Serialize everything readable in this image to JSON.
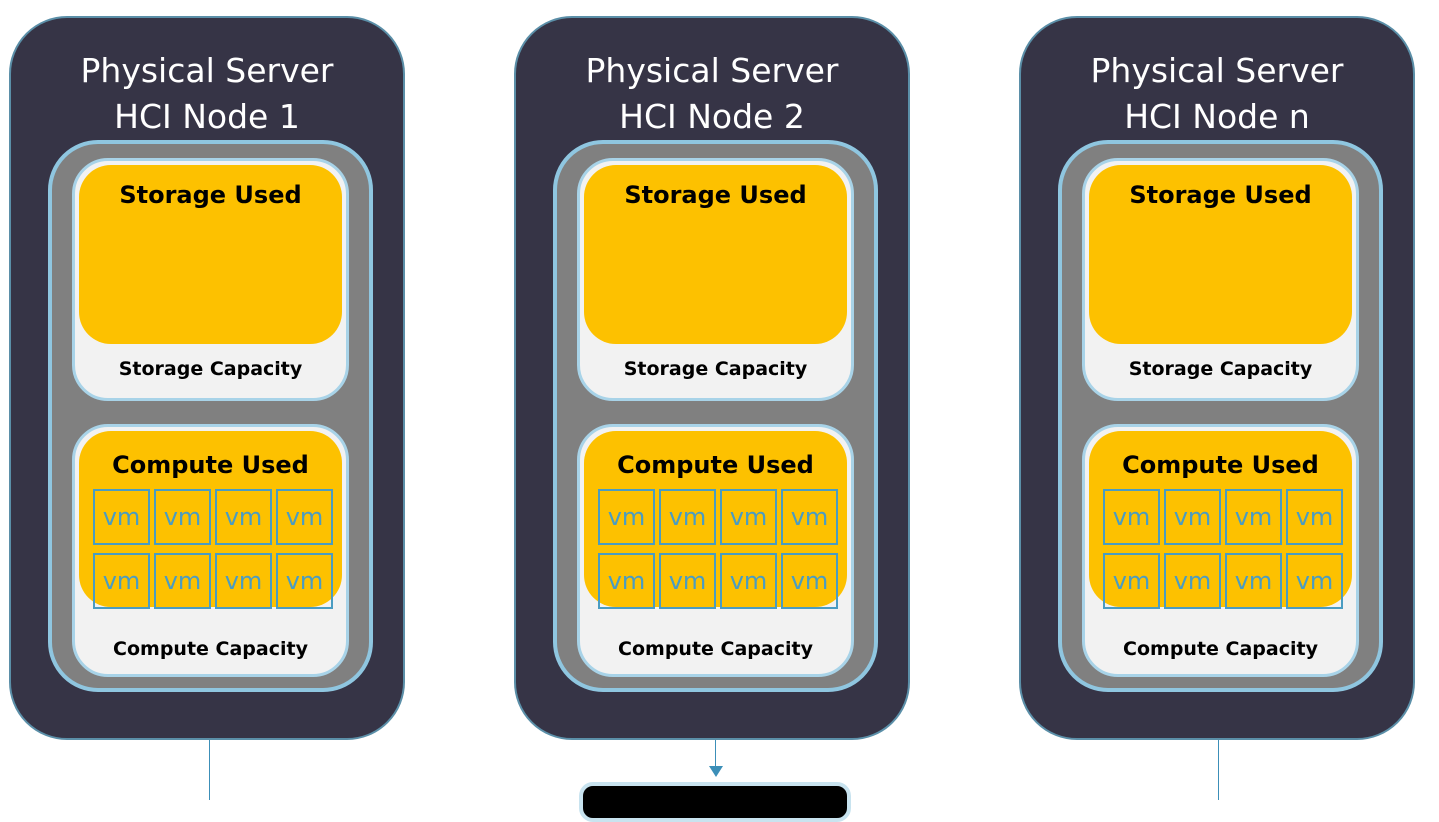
{
  "nodes": [
    {
      "title_line1": "Physical Server",
      "title_line2": "HCI Node 1",
      "storage_used_label": "Storage Used",
      "storage_capacity_label": "Storage Capacity",
      "compute_used_label": "Compute Used",
      "compute_capacity_label": "Compute Capacity",
      "vms": [
        "vm",
        "vm",
        "vm",
        "vm",
        "vm",
        "vm",
        "vm",
        "vm"
      ]
    },
    {
      "title_line1": "Physical Server",
      "title_line2": "HCI Node 2",
      "storage_used_label": "Storage Used",
      "storage_capacity_label": "Storage Capacity",
      "compute_used_label": "Compute Used",
      "compute_capacity_label": "Compute Capacity",
      "vms": [
        "vm",
        "vm",
        "vm",
        "vm",
        "vm",
        "vm",
        "vm",
        "vm"
      ]
    },
    {
      "title_line1": "Physical Server",
      "title_line2": "HCI Node n",
      "storage_used_label": "Storage Used",
      "storage_capacity_label": "Storage Capacity",
      "compute_used_label": "Compute Used",
      "compute_capacity_label": "Compute Capacity",
      "vms": [
        "vm",
        "vm",
        "vm",
        "vm",
        "vm",
        "vm",
        "vm",
        "vm"
      ]
    }
  ],
  "colors": {
    "node_bg": "#363446",
    "pool_bg": "#808080",
    "pool_border": "#8fc6e0",
    "capacity_bg": "#f2f2f2",
    "used_bg": "#fdc100",
    "vm_color": "#4a9cc2",
    "connector": "#3c8fb8"
  }
}
